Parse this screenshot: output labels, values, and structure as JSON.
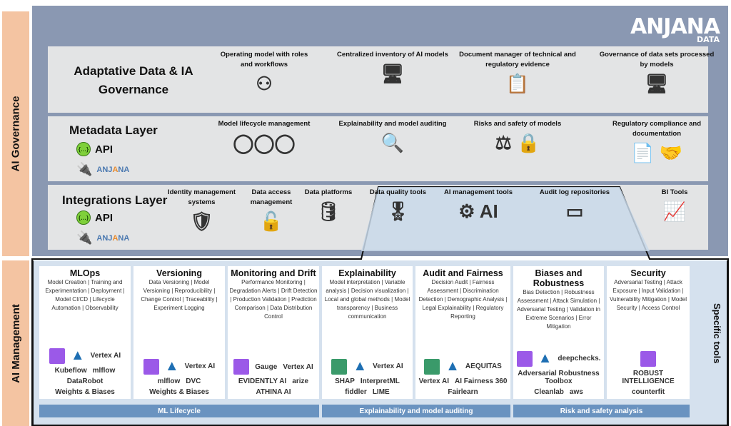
{
  "side_labels": {
    "governance": "AI Governance",
    "management": "AI Management"
  },
  "logo": {
    "name": "ANJANA",
    "sub": "DATA"
  },
  "layers": [
    {
      "title": "Adaptative Data & IA Governance",
      "items": [
        {
          "label": "Operating model with roles and workflows",
          "icon": "workflow-roles-icon",
          "glyph": "⚇"
        },
        {
          "label": "Centralized inventory of AI models",
          "icon": "model-inventory-monitor-icon",
          "glyph": "🖥"
        },
        {
          "label": "Document manager of technical and regulatory evidence",
          "icon": "clipboard-checklist-icon",
          "glyph": "📋"
        },
        {
          "label": "Governance of data sets processed by models",
          "icon": "dataset-governance-monitor-icon",
          "glyph": "🖥"
        }
      ]
    },
    {
      "title": "Metadata Layer",
      "api": "API",
      "items": [
        {
          "label": "Model lifecycle management",
          "icon": "lifecycle-cycle-icon",
          "glyph": "◯◯◯"
        },
        {
          "label": "Explainability and model auditing",
          "icon": "chart-magnifier-icon",
          "glyph": "🔍"
        },
        {
          "label": "Risks and safety of models",
          "icon": "scales-lock-icon",
          "glyph": "⚖ 🔒"
        },
        {
          "label": "Regulatory compliance and documentation",
          "icon": "document-handshake-icon",
          "glyph": "📄 🤝"
        }
      ]
    },
    {
      "title": "Integrations Layer",
      "api": "API",
      "items": [
        {
          "label": "Identity management systems",
          "icon": "shield-check-icon",
          "glyph": "🛡"
        },
        {
          "label": "Data access management",
          "icon": "padlock-open-icon",
          "glyph": "🔓"
        },
        {
          "label": "Data platforms",
          "icon": "database-icon",
          "glyph": "🛢"
        },
        {
          "label": "Data quality tools",
          "icon": "quality-badge-icon",
          "glyph": "🎖"
        },
        {
          "label": "AI management tools",
          "icon": "gears-ai-icon",
          "glyph": "⚙ AI"
        },
        {
          "label": "Audit log repositories",
          "icon": "audit-log-icon",
          "glyph": "▭"
        },
        {
          "label": "BI Tools",
          "icon": "bi-chart-icon",
          "glyph": "📈"
        }
      ]
    }
  ],
  "cards": [
    {
      "title": "MLOps",
      "desc": "Model Creation | Training and Experimentation | Deployment | Model CI/CD | Lifecycle Automation | Observability",
      "tools": [
        "SageMaker",
        "Azure ML",
        "Vertex AI",
        "Kubeflow",
        "mlflow",
        "DataRobot",
        "Weights & Biases"
      ]
    },
    {
      "title": "Versioning",
      "desc": "Data Versioning | Model Versioning | Reproducibility | Change Control | Traceability | Experiment Logging",
      "tools": [
        "SageMaker",
        "Azure ML",
        "Vertex AI",
        "mlflow",
        "DVC",
        "Weights & Biases"
      ]
    },
    {
      "title": "Monitoring and Drift",
      "desc": "Performance Monitoring | Degradation Alerts | Drift Detection | Production Validation | Prediction Comparison | Data Distribution Control",
      "tools": [
        "SageMaker",
        "Gauge",
        "Vertex AI",
        "EVIDENTLY AI",
        "arize",
        "ATHINA AI"
      ]
    },
    {
      "title": "Explainability",
      "desc": "Model interpretation | Variable analysis | Decision visualization | Local and global methods | Model transparency | Business communication",
      "tools": [
        "Amazon SageMaker Clarify XAI job",
        "Azure ML",
        "Vertex AI",
        "SHAP",
        "InterpretML",
        "fiddler",
        "LIME"
      ]
    },
    {
      "title": "Audit and Fairness",
      "desc": "Decision Audit | Fairness Assessment | Discrimination Detection | Demographic Analysis | Legal Explainability | Regulatory Reporting",
      "tools": [
        "Amazon SageMaker Clarify XAI job",
        "Azure ML",
        "AEQUITAS",
        "Vertex AI",
        "AI Fairness 360",
        "Fairlearn"
      ]
    },
    {
      "title": "Biases and Robustness",
      "desc": "Bias Detection | Robustness Assessment | Attack Simulation | Adversarial Testing | Validation in Extreme Scenarios | Error Mitigation",
      "tools": [
        "SageMaker",
        "Azure ML",
        "deepchecks.",
        "Adversarial Robustness Toolbox",
        "Cleanlab",
        "aws"
      ]
    },
    {
      "title": "Security",
      "desc": "Adversarial Testing | Attack Exposure | Input Validation | Vulnerability Mitigation | Model Security | Access Control",
      "tools": [
        "SageMaker",
        "ROBUST INTELLIGENCE",
        "counterfit"
      ]
    }
  ],
  "bands": [
    "ML Lifecycle",
    "Explainability and model auditing",
    "Risk and safety analysis"
  ],
  "specific_tools": "Specific tools"
}
